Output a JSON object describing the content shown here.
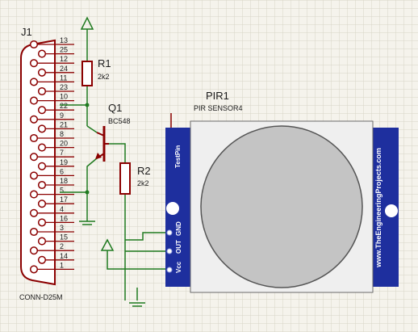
{
  "connector": {
    "ref": "J1",
    "part": "CONN-D25M",
    "pins": [
      "13",
      "25",
      "12",
      "24",
      "11",
      "23",
      "10",
      "22",
      "9",
      "21",
      "8",
      "20",
      "7",
      "19",
      "6",
      "18",
      "5",
      "17",
      "4",
      "16",
      "3",
      "15",
      "2",
      "14",
      "1"
    ]
  },
  "r1": {
    "ref": "R1",
    "value": "2k2"
  },
  "r2": {
    "ref": "R2",
    "value": "2k2"
  },
  "q1": {
    "ref": "Q1",
    "value": "BC548"
  },
  "pir": {
    "ref": "PIR1",
    "value": "PIR SENSOR4",
    "testpin_label": "TestPin",
    "pin_labels": [
      "GND",
      "OUT",
      "Vcc"
    ],
    "brand_text": "www.TheEngineeringProjects.com"
  },
  "colors": {
    "background": "#f5f3ec",
    "grid": "#d8d4c6",
    "wire": "#1f7a1f",
    "component": "#8b0000",
    "board": "#1e2f9e",
    "lens": "#c4c4c4"
  }
}
